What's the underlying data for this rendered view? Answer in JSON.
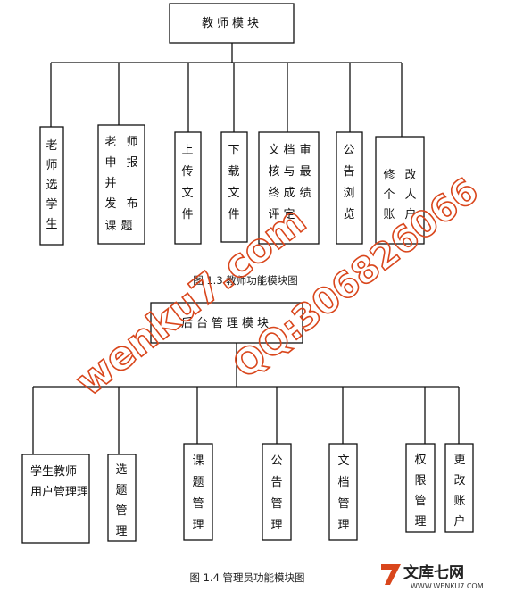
{
  "teacher_diagram": {
    "root": "教师模块",
    "children": [
      "老师选学生",
      "老师申报并发布课题",
      "上传文件",
      "下载文件",
      "文档审核与最终成绩评定",
      "公告浏览",
      "修改个人账户"
    ],
    "caption": "图 1.3 教师功能模块图"
  },
  "admin_diagram": {
    "root": "后台管理模块",
    "children": [
      "学生教师用户管理理",
      "选题管理",
      "课题管理",
      "公告管理",
      "文档管理",
      "权限管理",
      "更改账户"
    ],
    "caption": "图 1.4 管理员功能模块图"
  },
  "watermark": {
    "site": "wenku7.com",
    "qq": "QQ:306826066",
    "color": "#d9461c"
  },
  "logo": {
    "main": "文库七网",
    "url": "WWW.WENKU7.COM",
    "accent": "#d9461c"
  }
}
